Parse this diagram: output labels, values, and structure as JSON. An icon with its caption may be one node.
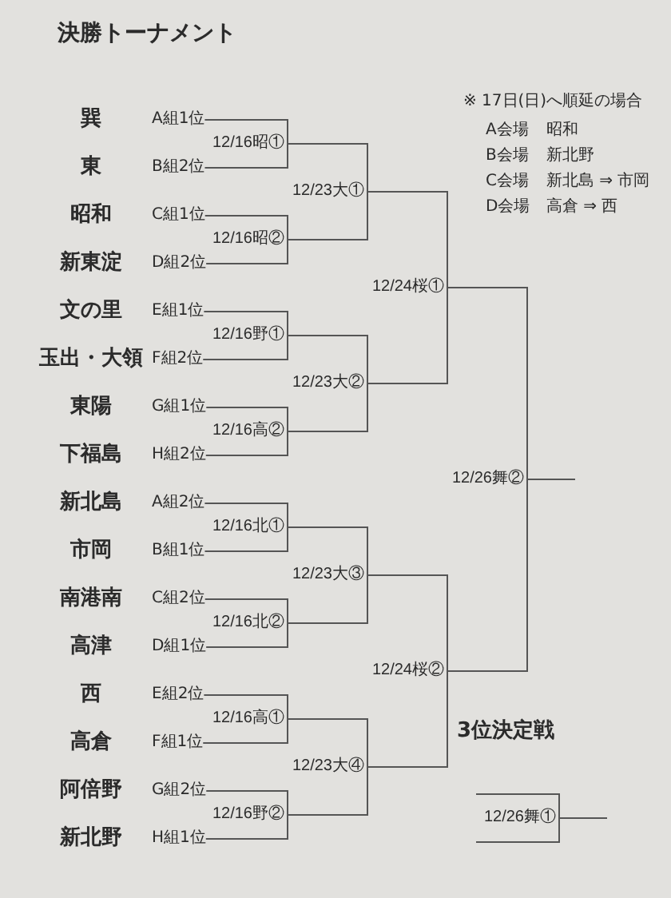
{
  "diagram": {
    "title": "決勝トーナメント",
    "nodes": [
      {
        "text": [
          "巽"
        ],
        "beside": [
          "A組1位"
        ]
      },
      {
        "text": [
          "東"
        ],
        "beside": [
          "B組2位"
        ]
      },
      {
        "text": [
          "昭和"
        ],
        "beside": [
          "C組1位"
        ]
      },
      {
        "text": [
          "新東淀"
        ],
        "beside": [
          "D組2位"
        ]
      },
      {
        "text": [
          "文の里"
        ],
        "beside": [
          "E組1位"
        ]
      },
      {
        "text": [
          "玉出・大領"
        ],
        "beside": [
          "F組2位"
        ]
      },
      {
        "text": [
          "東陽"
        ],
        "beside": [
          "G組1位"
        ]
      },
      {
        "text": [
          "下福島"
        ],
        "beside": [
          "H組2位"
        ]
      },
      {
        "text": [
          "新北島"
        ],
        "beside": [
          "A組2位"
        ]
      },
      {
        "text": [
          "市岡"
        ],
        "beside": [
          "B組1位"
        ]
      },
      {
        "text": [
          "南港南"
        ],
        "beside": [
          "C組2位"
        ]
      },
      {
        "text": [
          "高津"
        ],
        "beside": [
          "D組1位"
        ]
      },
      {
        "text": [
          "西"
        ],
        "beside": [
          "E組2位"
        ]
      },
      {
        "text": [
          "高倉"
        ],
        "beside": [
          "F組1位"
        ]
      },
      {
        "text": [
          "阿倍野"
        ],
        "beside": [
          "G組2位"
        ]
      },
      {
        "text": [
          "新北野"
        ],
        "beside": [
          "H組1位"
        ]
      },
      {
        "text": [
          "12/16昭①"
        ]
      },
      {
        "text": [
          "12/16昭②"
        ]
      },
      {
        "text": [
          "12/16野①"
        ]
      },
      {
        "text": [
          "12/16高②"
        ]
      },
      {
        "text": [
          "12/16北①"
        ]
      },
      {
        "text": [
          "12/16北②"
        ]
      },
      {
        "text": [
          "12/16高①"
        ]
      },
      {
        "text": [
          "12/16野②"
        ]
      },
      {
        "text": [
          "12/23大①"
        ]
      },
      {
        "text": [
          "12/23大②"
        ]
      },
      {
        "text": [
          "12/23大③"
        ]
      },
      {
        "text": [
          "12/23大④"
        ]
      },
      {
        "text": [
          "12/24桜①"
        ]
      },
      {
        "text": [
          "12/24桜②"
        ]
      },
      {
        "text": [
          "12/26舞②"
        ]
      },
      {
        "text": [
          "12/26舞①"
        ]
      }
    ],
    "edges": [
      {
        "from": 0,
        "to": 16,
        "arrow": "none"
      },
      {
        "from": 1,
        "to": 16,
        "arrow": "none"
      },
      {
        "from": 2,
        "to": 17,
        "arrow": "none"
      },
      {
        "from": 3,
        "to": 17,
        "arrow": "none"
      },
      {
        "from": 4,
        "to": 18,
        "arrow": "none"
      },
      {
        "from": 5,
        "to": 18,
        "arrow": "none"
      },
      {
        "from": 6,
        "to": 19,
        "arrow": "none"
      },
      {
        "from": 7,
        "to": 19,
        "arrow": "none"
      },
      {
        "from": 8,
        "to": 20,
        "arrow": "none"
      },
      {
        "from": 9,
        "to": 20,
        "arrow": "none"
      },
      {
        "from": 10,
        "to": 21,
        "arrow": "none"
      },
      {
        "from": 11,
        "to": 21,
        "arrow": "none"
      },
      {
        "from": 12,
        "to": 22,
        "arrow": "none"
      },
      {
        "from": 13,
        "to": 22,
        "arrow": "none"
      },
      {
        "from": 14,
        "to": 23,
        "arrow": "none"
      },
      {
        "from": 15,
        "to": 23,
        "arrow": "none"
      },
      {
        "from": 16,
        "to": 24,
        "arrow": "none"
      },
      {
        "from": 17,
        "to": 24,
        "arrow": "none"
      },
      {
        "from": 18,
        "to": 25,
        "arrow": "none"
      },
      {
        "from": 19,
        "to": 25,
        "arrow": "none"
      },
      {
        "from": 20,
        "to": 26,
        "arrow": "none"
      },
      {
        "from": 21,
        "to": 26,
        "arrow": "none"
      },
      {
        "from": 22,
        "to": 27,
        "arrow": "none"
      },
      {
        "from": 23,
        "to": 27,
        "arrow": "none"
      },
      {
        "from": 24,
        "to": 28,
        "arrow": "none"
      },
      {
        "from": 25,
        "to": 28,
        "arrow": "none"
      },
      {
        "from": 26,
        "to": 29,
        "arrow": "none"
      },
      {
        "from": 27,
        "to": 29,
        "arrow": "none"
      },
      {
        "from": 28,
        "to": 30,
        "arrow": "none"
      },
      {
        "from": 29,
        "to": 30,
        "arrow": "none"
      },
      {
        "from": 30,
        "to": null,
        "arrow": "none"
      },
      {
        "from": null,
        "to": 31,
        "arrow": "none"
      },
      {
        "from": null,
        "to": 31,
        "arrow": "none"
      },
      {
        "from": 31,
        "to": null,
        "arrow": "none"
      }
    ],
    "labels": [
      "※ 17日(日)へ順延の場合",
      "A会場",
      "昭和",
      "B会場",
      "新北野",
      "C会場",
      "新北島 ⇒ 市岡",
      "D会場",
      "高倉 ⇒ 西",
      "3位決定戦"
    ]
  }
}
